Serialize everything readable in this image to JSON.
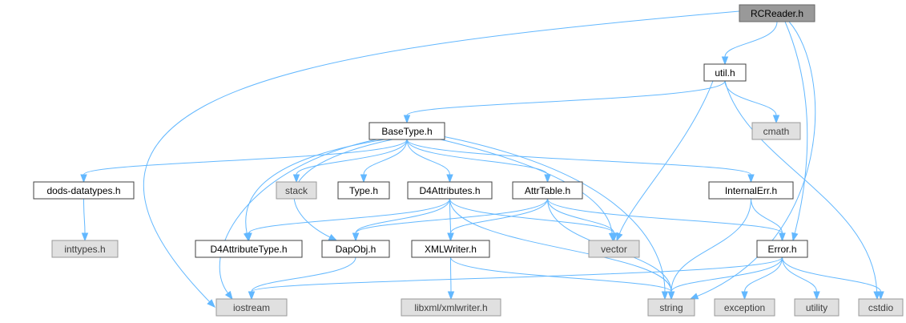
{
  "diagram": {
    "title": "RCReader.h",
    "nodes": [
      {
        "id": "RCReader",
        "label": "RCReader.h",
        "kind": "root"
      },
      {
        "id": "util",
        "label": "util.h",
        "kind": "normal"
      },
      {
        "id": "BaseType",
        "label": "BaseType.h",
        "kind": "normal"
      },
      {
        "id": "cmath",
        "label": "cmath",
        "kind": "external"
      },
      {
        "id": "dods_datatypes",
        "label": "dods-datatypes.h",
        "kind": "normal"
      },
      {
        "id": "stack",
        "label": "stack",
        "kind": "external"
      },
      {
        "id": "Type",
        "label": "Type.h",
        "kind": "normal"
      },
      {
        "id": "D4Attributes",
        "label": "D4Attributes.h",
        "kind": "normal"
      },
      {
        "id": "AttrTable",
        "label": "AttrTable.h",
        "kind": "normal"
      },
      {
        "id": "InternalErr",
        "label": "InternalErr.h",
        "kind": "normal"
      },
      {
        "id": "inttypes",
        "label": "inttypes.h",
        "kind": "external"
      },
      {
        "id": "D4AttributeType",
        "label": "D4AttributeType.h",
        "kind": "normal"
      },
      {
        "id": "DapObj",
        "label": "DapObj.h",
        "kind": "normal"
      },
      {
        "id": "XMLWriter",
        "label": "XMLWriter.h",
        "kind": "normal"
      },
      {
        "id": "vector",
        "label": "vector",
        "kind": "external"
      },
      {
        "id": "Error",
        "label": "Error.h",
        "kind": "normal"
      },
      {
        "id": "iostream",
        "label": "iostream",
        "kind": "external"
      },
      {
        "id": "libxml",
        "label": "libxml/xmlwriter.h",
        "kind": "external"
      },
      {
        "id": "string",
        "label": "string",
        "kind": "external"
      },
      {
        "id": "exception",
        "label": "exception",
        "kind": "external"
      },
      {
        "id": "utility",
        "label": "utility",
        "kind": "external"
      },
      {
        "id": "cstdio",
        "label": "cstdio",
        "kind": "external"
      }
    ],
    "edges": [
      [
        "RCReader",
        "util"
      ],
      [
        "RCReader",
        "iostream"
      ],
      [
        "RCReader",
        "Error"
      ],
      [
        "RCReader",
        "string"
      ],
      [
        "util",
        "BaseType"
      ],
      [
        "util",
        "cmath"
      ],
      [
        "util",
        "vector"
      ],
      [
        "util",
        "cstdio"
      ],
      [
        "BaseType",
        "dods_datatypes"
      ],
      [
        "BaseType",
        "stack"
      ],
      [
        "BaseType",
        "Type"
      ],
      [
        "BaseType",
        "D4Attributes"
      ],
      [
        "BaseType",
        "AttrTable"
      ],
      [
        "BaseType",
        "InternalErr"
      ],
      [
        "BaseType",
        "D4AttributeType"
      ],
      [
        "BaseType",
        "DapObj"
      ],
      [
        "BaseType",
        "iostream"
      ],
      [
        "BaseType",
        "vector"
      ],
      [
        "BaseType",
        "string"
      ],
      [
        "dods_datatypes",
        "inttypes"
      ],
      [
        "D4Attributes",
        "D4AttributeType"
      ],
      [
        "D4Attributes",
        "DapObj"
      ],
      [
        "D4Attributes",
        "XMLWriter"
      ],
      [
        "D4Attributes",
        "vector"
      ],
      [
        "D4Attributes",
        "string"
      ],
      [
        "AttrTable",
        "DapObj"
      ],
      [
        "AttrTable",
        "XMLWriter"
      ],
      [
        "AttrTable",
        "vector"
      ],
      [
        "AttrTable",
        "string"
      ],
      [
        "AttrTable",
        "Error"
      ],
      [
        "InternalErr",
        "Error"
      ],
      [
        "InternalErr",
        "string"
      ],
      [
        "DapObj",
        "iostream"
      ],
      [
        "XMLWriter",
        "libxml"
      ],
      [
        "XMLWriter",
        "string"
      ],
      [
        "Error",
        "iostream"
      ],
      [
        "Error",
        "string"
      ],
      [
        "Error",
        "exception"
      ],
      [
        "Error",
        "utility"
      ],
      [
        "Error",
        "cstdio"
      ]
    ]
  }
}
